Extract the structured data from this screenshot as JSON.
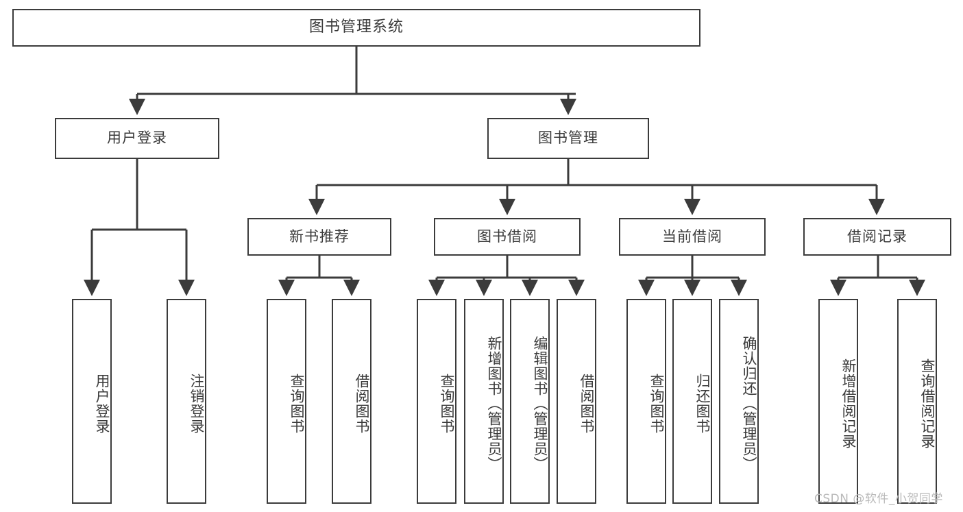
{
  "diagram": {
    "title": "图书管理系统",
    "type": "tree-hierarchy-chart",
    "orientation": "top-down",
    "colors": {
      "border": "#3b3b3b",
      "text": "#3a3a3a",
      "background": "#ffffff",
      "watermark": "#b9b9b9"
    },
    "root": {
      "label": "图书管理系统"
    },
    "level2": [
      {
        "label": "用户登录"
      },
      {
        "label": "图书管理"
      }
    ],
    "level3": [
      {
        "label": "新书推荐"
      },
      {
        "label": "图书借阅"
      },
      {
        "label": "当前借阅"
      },
      {
        "label": "借阅记录"
      }
    ],
    "leaves": {
      "user_login": [
        {
          "label": "用户登录"
        },
        {
          "label": "注销登录"
        }
      ],
      "new_book_recommend": [
        {
          "label": "查询图书"
        },
        {
          "label": "借阅图书"
        }
      ],
      "book_borrow": [
        {
          "label": "查询图书"
        },
        {
          "label": "新增图书（管理员）"
        },
        {
          "label": "编辑图书（管理员）"
        },
        {
          "label": "借阅图书"
        }
      ],
      "current_borrow": [
        {
          "label": "查询图书"
        },
        {
          "label": "归还图书"
        },
        {
          "label": "确认归还（管理员）"
        }
      ],
      "borrow_record": [
        {
          "label": "新增借阅记录"
        },
        {
          "label": "查询借阅记录"
        }
      ]
    },
    "watermark": "CSDN @软件_小贺同学"
  }
}
